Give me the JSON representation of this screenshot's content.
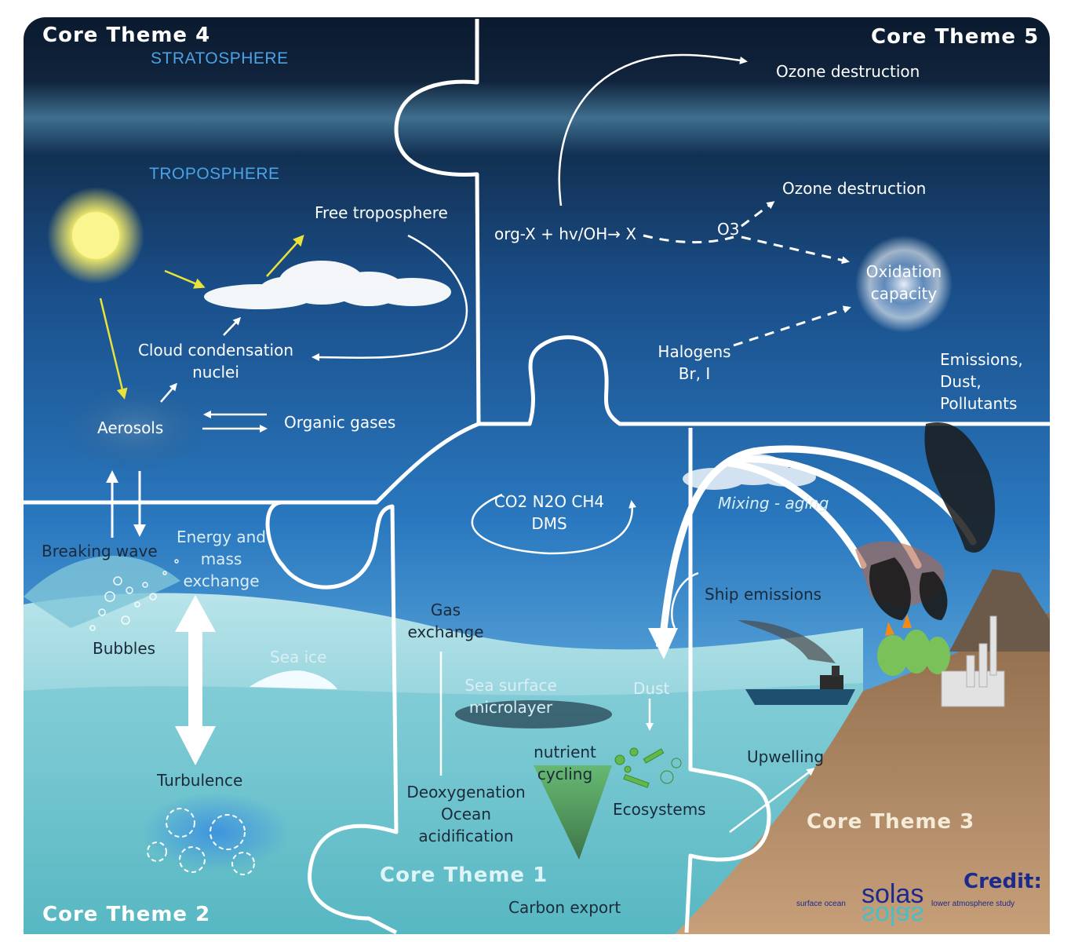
{
  "themes": {
    "ct1": "Core Theme 1",
    "ct2": "Core Theme 2",
    "ct3": "Core Theme 3",
    "ct4": "Core Theme 4",
    "ct5": "Core Theme 5"
  },
  "layers": {
    "stratosphere": "STRATOSPHERE",
    "troposphere": "TROPOSPHERE"
  },
  "labels": {
    "ozone_destruction_1": "Ozone destruction",
    "ozone_destruction_2": "Ozone destruction",
    "free_troposphere": "Free troposphere",
    "org_x": "org-X + hv/OH→ X",
    "o3": "O3",
    "oxidation_capacity": "Oxidation\ncapacity",
    "halogens": "Halogens\nBr, I",
    "emissions": "Emissions,\nDust,\nPollutants",
    "cloud_condensation_nuclei": "Cloud condensation\nnuclei",
    "aerosols": "Aerosols",
    "organic_gases": "Organic gases",
    "gases": "CO2  N2O  CH4\nDMS",
    "mixing_aging": "Mixing - aging",
    "breaking_wave": "Breaking wave",
    "energy_mass_exchange": "Energy and\nmass\nexchange",
    "bubbles": "Bubbles",
    "sea_ice": "Sea ice",
    "gas_exchange": "Gas\nexchange",
    "sea_surface_microlayer": "Sea surface\nmicrolayer",
    "dust": "Dust",
    "ship_emissions": "Ship emissions",
    "nutrient_cycling": "nutrient\ncycling",
    "upwelling": "Upwelling",
    "turbulence": "Turbulence",
    "deoxygenation": "Deoxygenation\nOcean\nacidification",
    "ecosystems": "Ecosystems",
    "carbon_export": "Carbon export"
  },
  "credit": {
    "label": "Credit:",
    "logo_text": "solas",
    "logo_left": "surface ocean",
    "logo_right": "lower atmosphere study"
  },
  "colors": {
    "sky_top": "#0b1a2e",
    "sky_mid": "#1b5fa0",
    "sky_low": "#3d8fcf",
    "ocean_surface": "#9fd6df",
    "ocean_deep": "#3aa9b3",
    "land": "#b88b62",
    "sun": "#f5ef6a",
    "arrow_yellow": "#e8e23a",
    "ecosystem_green": "#5fb24a",
    "credit_navy": "#1c2a8c"
  },
  "icons": [
    "sun-icon",
    "cloud-icon",
    "volcano-icon",
    "factory-icon",
    "ship-icon",
    "fire-icon",
    "tree-icon",
    "plankton-icon",
    "turbulence-eddy-icon",
    "sea-ice-icon",
    "bubbles-icon"
  ]
}
